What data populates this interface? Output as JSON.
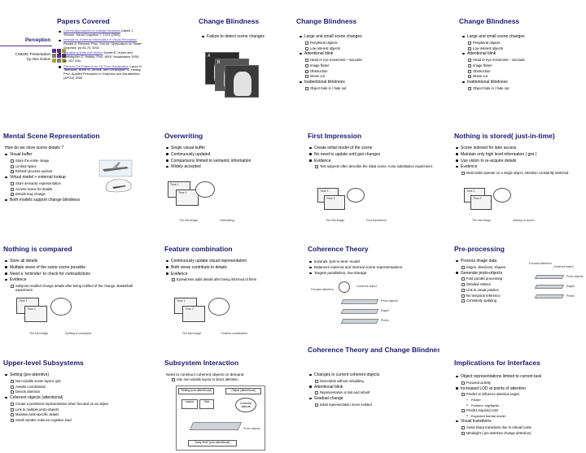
{
  "slides": {
    "s1": {
      "title": "Papers Covered",
      "side_title": "Perception",
      "side_course": "CS533C Presentation",
      "side_author": "by Alex Gukov",
      "refs": [
        {
          "link": "Current approaches to change blindness",
          "rest": " Daniel J. Simons. Visual Cognition 7, 1/2/3 (2000)"
        },
        {
          "link": "Internal vs. External Information in Visual Perception",
          "rest": " Ronald A. Rensink. Proc. 2nd Int. Symposium on Smart Graphics, pp 63-70, 2002"
        },
        {
          "link": "Visualizing Data with Motion",
          "rest": " Daniel E. Huber and Christopher G. Healey. Proc. IEEE Visualization 2005, pp. 527-534."
        },
        {
          "link": "Stevens Dot Patterns for 2D Flow Visualization",
          "rest": " Laura G. Tateosian, Brent M. Dennis, and Christopher G. Healey. Proc. Applied Perception in Graphics and Visualization (APGV) 2006"
        }
      ]
    },
    "s2": {
      "title": "Change Blindness",
      "bullets": [
        "Failure to detect scene changes"
      ],
      "labels": [
        "A",
        "B"
      ]
    },
    "s3": {
      "title": "Change Blindness",
      "items": [
        {
          "t": "Large and small scene changes",
          "l": 1
        },
        {
          "t": "Peripheral objects",
          "l": 2
        },
        {
          "t": "Low interest objects",
          "l": 2
        },
        {
          "t": "Attentional blink",
          "l": 1
        },
        {
          "t": "Head or eye movement – saccade",
          "l": 2
        },
        {
          "t": "Image flicker",
          "l": 2
        },
        {
          "t": "Obstruction",
          "l": 2
        },
        {
          "t": "Movie cut",
          "l": 2
        },
        {
          "t": "Inattentional blindness",
          "l": 1
        },
        {
          "t": "Object fade in / fade out",
          "l": 2
        }
      ]
    },
    "s4": {
      "title": "Mental Scene Representation",
      "intro": "How do we store scene details ?",
      "items": [
        {
          "t": "Visual buffer",
          "l": 1
        },
        {
          "t": "Store the entire image",
          "l": 2
        },
        {
          "t": "Limited space",
          "l": 2
        },
        {
          "t": "Refresh process unclear",
          "l": 2
        },
        {
          "t": "Virtual model + external lookup",
          "l": 1
        },
        {
          "t": "Store semantic representation",
          "l": 2
        },
        {
          "t": "Access scene for details",
          "l": 2
        },
        {
          "t": "Details may change",
          "l": 2
        },
        {
          "t": "Both models support change blindness",
          "l": 1
        }
      ]
    },
    "s5": {
      "title": "Overwriting",
      "items": [
        "Single visual buffer",
        "Continuously updated",
        "Comparisons limited to semantic information",
        "Widely accepted"
      ],
      "cap1": "Time 1",
      "cap2": "Time 2",
      "foot": [
        "The first image",
        "Overwriting"
      ]
    },
    "s6": {
      "title": "First Impression",
      "items": [
        {
          "t": "Create initial model of the scene",
          "l": 1
        },
        {
          "t": "No need to update until gist changes",
          "l": 1
        },
        {
          "t": "Evidence",
          "l": 1
        },
        {
          "t": "Test subjects often describe the initial scene. Actor substitution experiment.",
          "l": 2
        }
      ],
      "foot": [
        "The first image",
        "First impression"
      ]
    },
    "s7": {
      "title": "Nothing is stored( just-in-time)",
      "items": [
        {
          "t": "Scene indexed for later access",
          "l": 1
        },
        {
          "t": "Maintain only high level information ( gist )",
          "l": 1
        },
        {
          "t": "Use vision to re-acquire details",
          "l": 1
        },
        {
          "t": "Evidence",
          "l": 1
        },
        {
          "t": "Most tasks operate on a single object. Attention constantly switched.",
          "l": 2
        }
      ],
      "foot": [
        "The first image",
        "Nothing is stored"
      ]
    },
    "s8": {
      "title": "Nothing is compared",
      "items": [
        {
          "t": "Store all details",
          "l": 1
        },
        {
          "t": "Multiple views of the same scene possible",
          "l": 1
        },
        {
          "t": "Need a ‘reminder’ to check for contradictions",
          "l": 1
        },
        {
          "t": "Evidence",
          "l": 1
        },
        {
          "t": "Subjects recalled change details after being notified of the change. Basketball experiment.",
          "l": 2
        }
      ],
      "foot": [
        "The first image",
        "Nothing is compared"
      ]
    },
    "s9": {
      "title": "Feature combination",
      "items": [
        {
          "t": "Continuously update visual representation",
          "l": 1
        },
        {
          "t": "Both views contribute to details",
          "l": 1
        },
        {
          "t": "Evidence",
          "l": 1
        },
        {
          "t": "Eyewitness adds details after being informed of them",
          "l": 2
        }
      ],
      "foot": [
        "The first image",
        "Feature combination"
      ]
    },
    "s10": {
      "title": "Coherence Theory",
      "items": [
        {
          "t": "Extends ‘just-in-time’ model",
          "l": 1
        },
        {
          "t": "Balances external and internal scene representations",
          "l": 1
        },
        {
          "t": "Targets parallelism, low storage",
          "l": 1
        }
      ],
      "diagram": [
        "Focused attention",
        "Coherent object",
        "Proto-objects",
        "Edges",
        "Pixels"
      ]
    },
    "s11": {
      "title": "Pre-processing",
      "items": [
        {
          "t": "Process image data",
          "l": 1
        },
        {
          "t": "Edges, directions, shapes",
          "l": 2
        },
        {
          "t": "Generate proto-objects",
          "l": 1
        },
        {
          "t": "Fast parallel processing",
          "l": 2
        },
        {
          "t": "Detailed entities",
          "l": 2
        },
        {
          "t": "Link to visual position",
          "l": 2
        },
        {
          "t": "No temporal reference",
          "l": 2
        },
        {
          "t": "Constantly updating",
          "l": 2
        }
      ],
      "diagram": [
        "Focused attention",
        "Coherent object",
        "Proto-objects",
        "Edges",
        "Pixels"
      ]
    },
    "s12": {
      "title": "Upper-level Subsystems",
      "items": [
        {
          "t": "Setting (pre-attentive)",
          "l": 1
        },
        {
          "t": "Non-volatile scene layout, gist",
          "l": 2
        },
        {
          "t": "Assists coordination",
          "l": 2
        },
        {
          "t": "Directs attention",
          "l": 2
        },
        {
          "t": "Coherent objects (attentional)",
          "l": 1
        },
        {
          "t": "Create a persistent representation when focused on an object",
          "l": 2
        },
        {
          "t": "Link to multiple proto-objects",
          "l": 2
        },
        {
          "t": "Maintain task-specific details",
          "l": 2
        },
        {
          "t": "Small number reduces cognitive load",
          "l": 2
        }
      ]
    },
    "s13": {
      "title": "Subsystem Interaction",
      "intro": "Need to construct coherent objects on demand",
      "items": [
        {
          "t": "Use non-volatile layout to direct attention",
          "l": 2
        }
      ],
      "diagram": [
        "Setting (non-attentional)",
        "Object (attentional)",
        "Coherent objects",
        "Layout",
        "Gist",
        "Proto-objects",
        "Early level (non-attentional)"
      ]
    },
    "s14": {
      "title": "Coherence Theory and Change Blindness",
      "items": [
        {
          "t": "Changes in current coherent objects",
          "l": 1
        },
        {
          "t": "Detectable without rebuilding",
          "l": 2
        },
        {
          "t": "Attentional blink",
          "l": 1
        },
        {
          "t": "Representation is lost and rebuilt",
          "l": 2
        },
        {
          "t": "Gradual change",
          "l": 1
        },
        {
          "t": "Initial representation never existed",
          "l": 2
        }
      ]
    },
    "s15": {
      "title": "Implications for Interfaces",
      "items": [
        {
          "t": "Object representations limited to current task",
          "l": 1
        },
        {
          "t": "Focused activity",
          "l": 2
        },
        {
          "t": "Increased LOD at points of attention",
          "l": 1
        },
        {
          "t": "Predict or influence attention target",
          "l": 2
        },
        {
          "t": "Flicker",
          "l": 3
        },
        {
          "t": "Pointers, highlights..",
          "l": 3
        },
        {
          "t": "Predict required LOD",
          "l": 2
        },
        {
          "t": "Expected mental model",
          "l": 3
        },
        {
          "t": "Visual transitions",
          "l": 1
        },
        {
          "t": "Avoid sharp transitions due to rebuild costs",
          "l": 2
        },
        {
          "t": "Mindsight ( pre-attentive change detection)",
          "l": 2
        }
      ]
    }
  },
  "colors": {
    "title": "#1f1a6f",
    "deco_purple": "#5b2d82",
    "deco_olive": "#a7a436",
    "deco_gray": "#7d7d7d",
    "link": "#4b3bb4"
  }
}
